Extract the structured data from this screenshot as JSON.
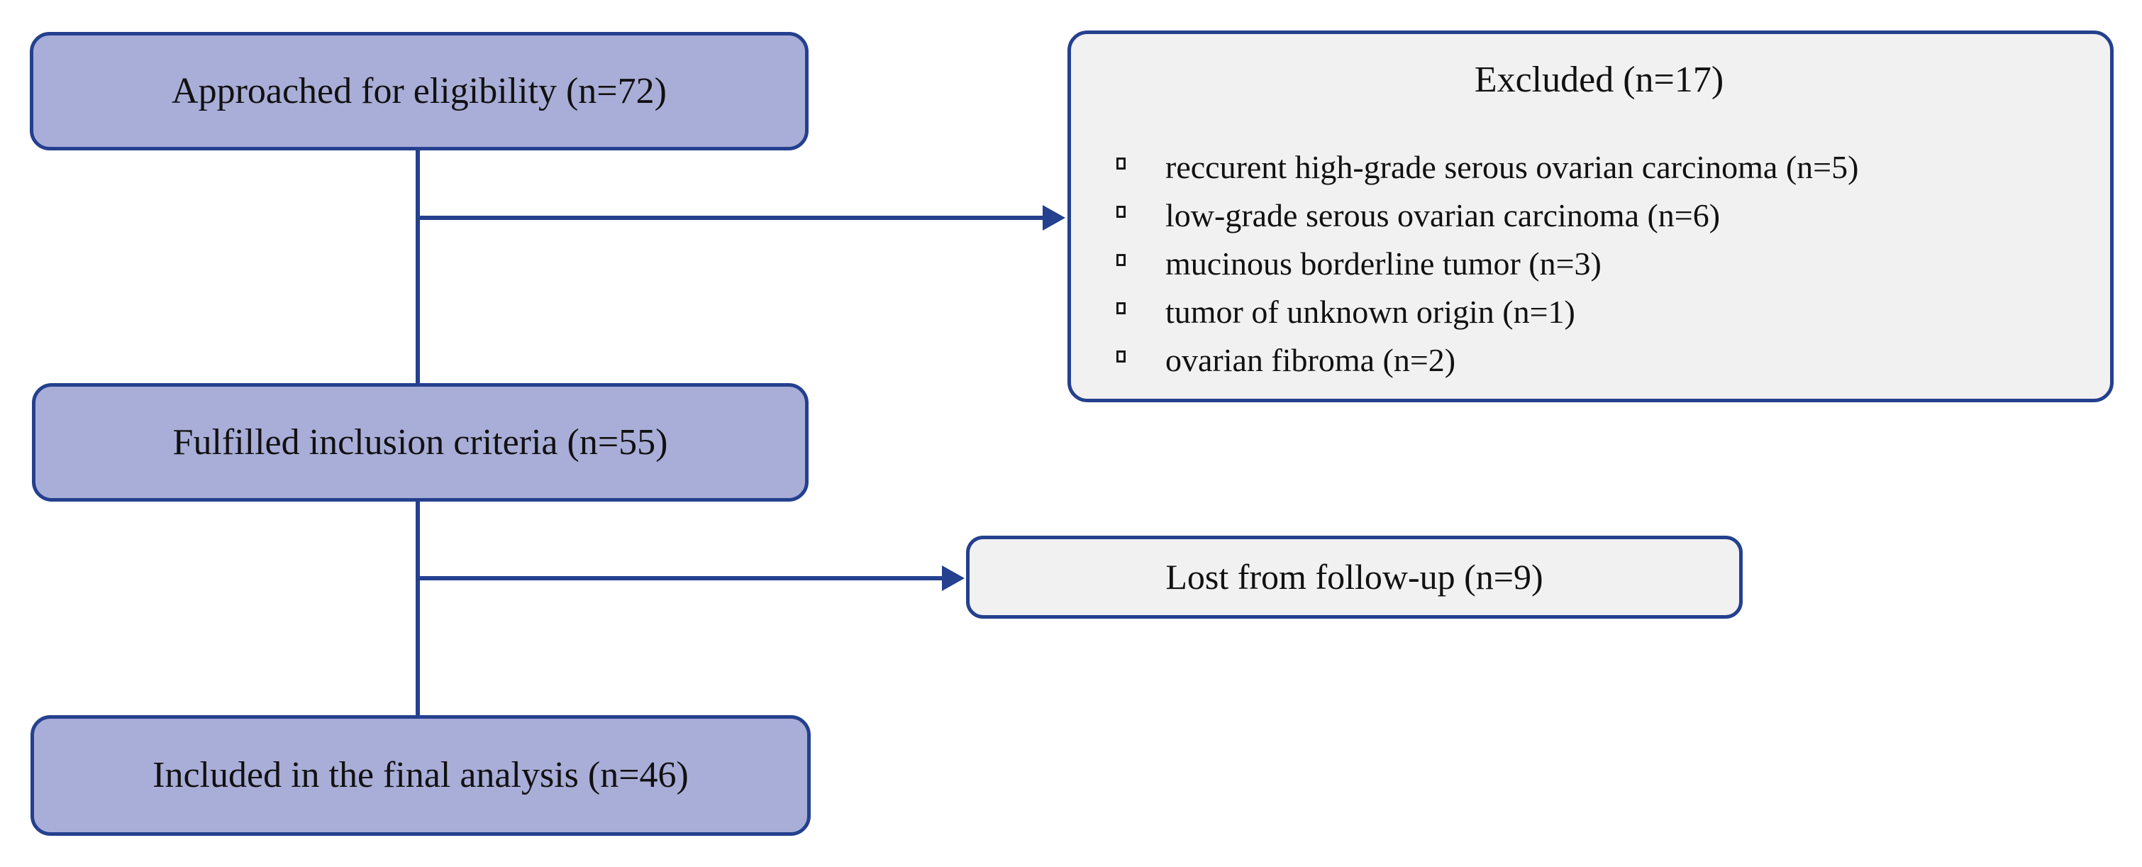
{
  "colors": {
    "node_fill_primary": "#a9aed8",
    "node_fill_secondary": "#f1f1f2",
    "border_and_lines": "#24408e",
    "text": "#111111"
  },
  "nodes": {
    "approached": {
      "label": "Approached for eligibility (n=72)"
    },
    "excluded": {
      "title": "Excluded (n=17)",
      "items": [
        "reccurent high-grade serous ovarian carcinoma (n=5)",
        "low-grade serous ovarian carcinoma (n=6)",
        "mucinous borderline tumor (n=3)",
        "tumor of unknown origin (n=1)",
        "ovarian fibroma (n=2)"
      ]
    },
    "fulfilled": {
      "label": "Fulfilled inclusion criteria (n=55)"
    },
    "lost": {
      "label": "Lost from follow-up (n=9)"
    },
    "included": {
      "label": "Included in the final analysis (n=46)"
    }
  }
}
